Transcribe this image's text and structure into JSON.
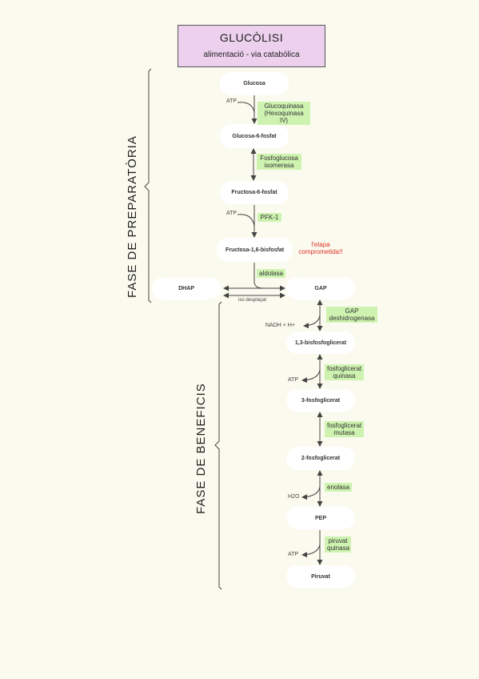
{
  "header": {
    "title": "GLUCÒLISI",
    "subtitle": "alimentació  - via catabòlica"
  },
  "phases": {
    "preparatory": "FASE DE PREPARATÒRIA",
    "benefits": "FASE DE BENEFICIS"
  },
  "metabolites": {
    "glucose": "Glucosa",
    "g6p": "Glucosa-6-fosfat",
    "f6p": "Fructosa-6-fosfat",
    "f16bp": "Fructosa-1,6-bisfosfat",
    "dhap": "DHAP",
    "gap": "GAP",
    "bpg13": "1,3-bisfosfoglicerat",
    "pg3": "3-fosfoglicerat",
    "pg2": "2-fosfoglicerat",
    "pep": "PEP",
    "pyruvate": "Piruvat"
  },
  "enzymes": {
    "glucokinase_1": "Glucoquinasa",
    "glucokinase_2": "(Hexoquinasa IV)",
    "isomerase_1": "Fosfoglucosa",
    "isomerase_2": "isomerasa",
    "pfk": "PFK-1",
    "aldolase": "aldolasa",
    "gapdh_1": "GAP",
    "gapdh_2": "deshidrogenasa",
    "pgk_1": "fosfoglicerat",
    "pgk_2": "quinasa",
    "pgm_1": "fosfoglicerat",
    "pgm_2": "mutasa",
    "enolase": "enolasa",
    "pk_1": "piruvat",
    "pk_2": "quinasa"
  },
  "cofactors": {
    "atp_1": "ATP",
    "atp_2": "ATP",
    "nadh": "NADH + H+",
    "atp_3": "ATP",
    "h2o": "H2O",
    "atp_4": "ATP"
  },
  "notes": {
    "committed_1": "l'etapa",
    "committed_2": "comprometida!!",
    "isomerase_note": "iso desplaçat"
  },
  "colors": {
    "title_bg": "#ecd0ee",
    "enzyme_bg": "#cef3b0",
    "page_bg": "#fbfaee",
    "note_red": "#e0302a"
  }
}
